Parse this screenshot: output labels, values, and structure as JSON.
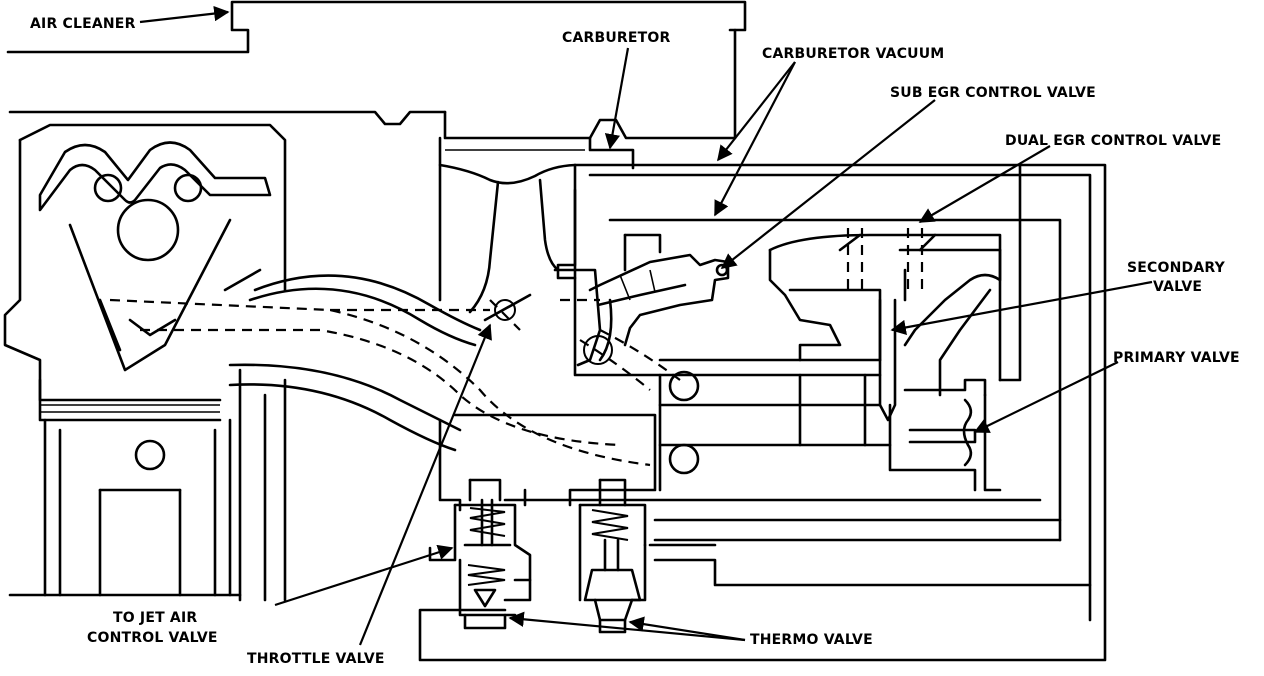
{
  "labels": {
    "air_cleaner": "AIR CLEANER",
    "carburetor": "CARBURETOR",
    "carburetor_vacuum": "CARBURETOR VACUUM",
    "sub_egr_control_valve": "SUB EGR CONTROL VALVE",
    "dual_egr_control_valve": "DUAL EGR CONTROL VALVE",
    "secondary_valve_line1": "SECONDARY",
    "secondary_valve_line2": "VALVE",
    "primary_valve": "PRIMARY VALVE",
    "to_jet_air_line1": "TO JET AIR",
    "to_jet_air_line2": "CONTROL VALVE",
    "throttle_valve": "THROTTLE VALVE",
    "thermo_valve": "THERMO VALVE"
  }
}
